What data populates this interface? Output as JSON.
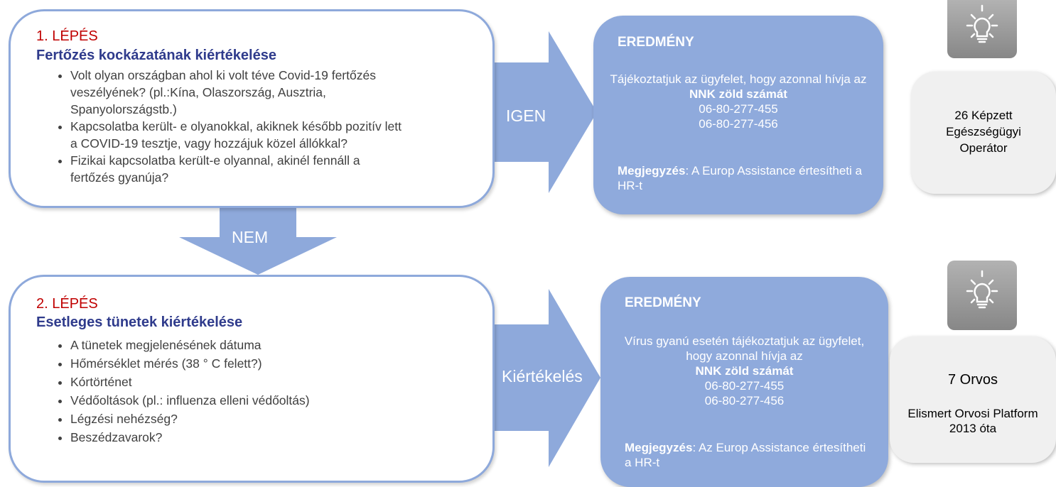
{
  "step1": {
    "label": "1. LÉPÉS",
    "title": "Fertőzés kockázatának kiértékelése",
    "bullets": [
      "Volt olyan országban ahol ki volt téve Covid-19 fertőzés veszélyének? (pl.:Kína, Olaszország, Ausztria, Spanyolországstb.)",
      "Kapcsolatba került- e olyanokkal, akiknek később pozitív lett a COVID-19 tesztje, vagy hozzájuk közel állókkal?",
      "Fizikai kapcsolatba került-e olyannal, akinél fennáll a fertőzés gyanúja?"
    ]
  },
  "step2": {
    "label": "2. LÉPÉS",
    "title": "Esetleges tünetek kiértékelése",
    "bullets": [
      "A tünetek megjelenésének dátuma",
      "Hőmérséklet mérés (38 ° C felett?)",
      "Kórtörténet",
      "Védőoltások (pl.: influenza elleni védőoltás)",
      "Légzési nehézség?",
      "Beszédzavarok?"
    ]
  },
  "arrows": {
    "yes": "IGEN",
    "no": "NEM",
    "evaluation": "Kiértékelés"
  },
  "result1": {
    "title": "EREDMÉNY",
    "text_before": "Tájékoztatjuk az ügyfelet, hogy azonnal hívja az ",
    "text_bold": "NNK zöld számát",
    "phone1": "06-80-277-455",
    "phone2": "06-80-277-456",
    "note_label": "Megjegyzés",
    "note_text": ": A Europ Assistance értesítheti a HR-t"
  },
  "result2": {
    "title": "EREDMÉNY",
    "text_before": "Vírus gyanú esetén tájékoztatjuk az ügyfelet, hogy azonnal hívja az",
    "text_bold": "NNK zöld számát",
    "phone1": "06-80-277-455",
    "phone2": "06-80-277-456",
    "note_label": "Megjegyzés",
    "note_text": ": Az Europ Assistance értesítheti a HR-t"
  },
  "info1": {
    "text": "26 Képzett Egészségügyi Operátor"
  },
  "info2": {
    "headline": "7 Orvos",
    "text": "Elismert Orvosi Platform 2013 óta"
  },
  "colors": {
    "accent": "#8faadc",
    "arrow": "#8ea9db",
    "step_label": "#c00000",
    "step_title": "#2f3b8c",
    "info_box": "#f0f0f0"
  },
  "icons": [
    "lightbulb-icon",
    "lightbulb-icon"
  ]
}
